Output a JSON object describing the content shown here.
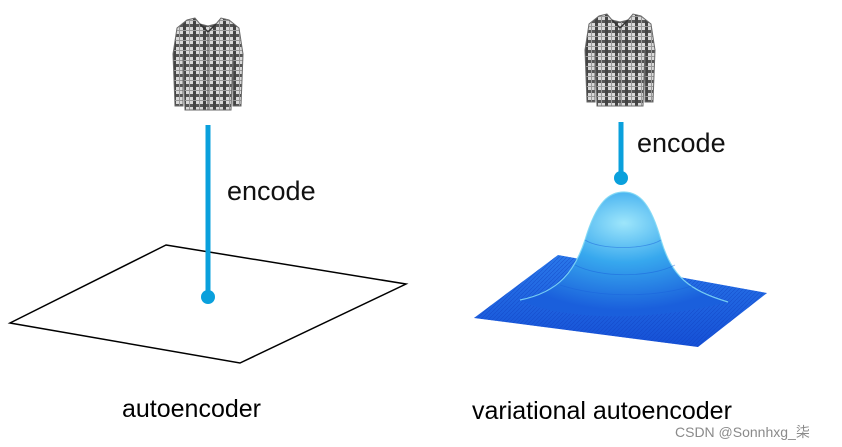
{
  "left_panel": {
    "encode_label": "encode",
    "caption": "autoencoder"
  },
  "right_panel": {
    "encode_label": "encode",
    "caption": "variational autoencoder"
  },
  "watermark": "CSDN @Sonnhxg_柒",
  "colors": {
    "encode_line": "#0aa0dc",
    "surface_peak": "#7fd8f5",
    "surface_base": "#1f63e0"
  },
  "icons": [
    "plaid-shirt-icon",
    "plaid-shirt-icon"
  ]
}
